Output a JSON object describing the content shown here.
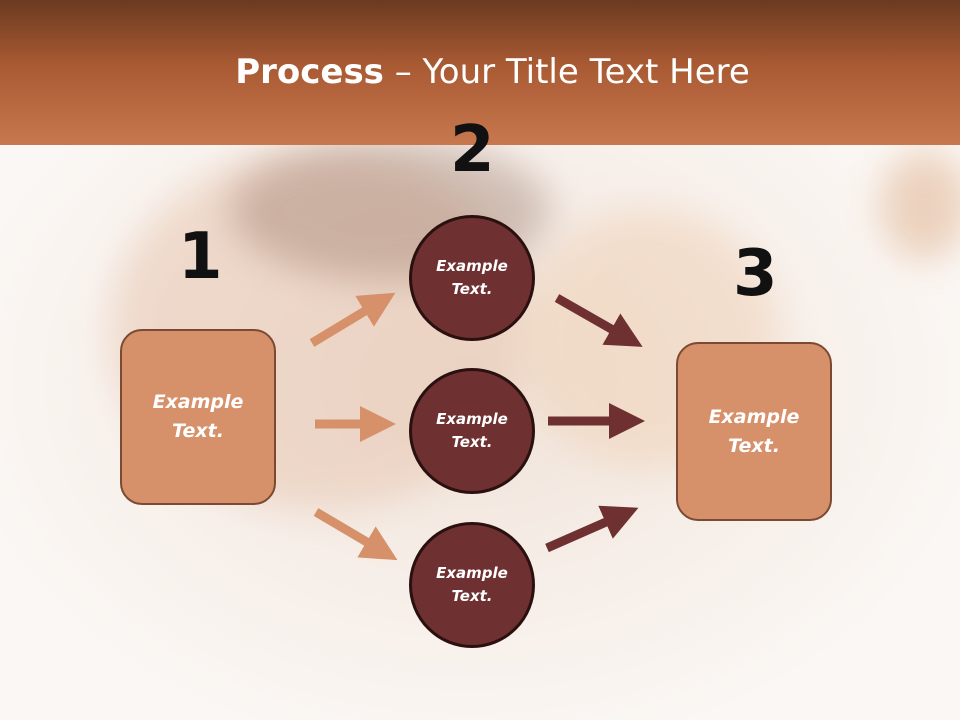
{
  "title": {
    "strong": "Process",
    "rest": " – Your Title Text Here"
  },
  "steps": {
    "one": "1",
    "two": "2",
    "three": "3"
  },
  "left_box": {
    "label": "Example\nText."
  },
  "right_box": {
    "label": "Example\nText."
  },
  "circles": [
    {
      "label": "Example\nText."
    },
    {
      "label": "Example\nText."
    },
    {
      "label": "Example\nText."
    }
  ],
  "colors": {
    "header_dark": "#6b3a20",
    "header_light": "#c8784e",
    "box_fill": "#d6906a",
    "circle_fill": "#6e3030",
    "arrow_light": "#d6906a",
    "arrow_dark": "#6e3030"
  }
}
